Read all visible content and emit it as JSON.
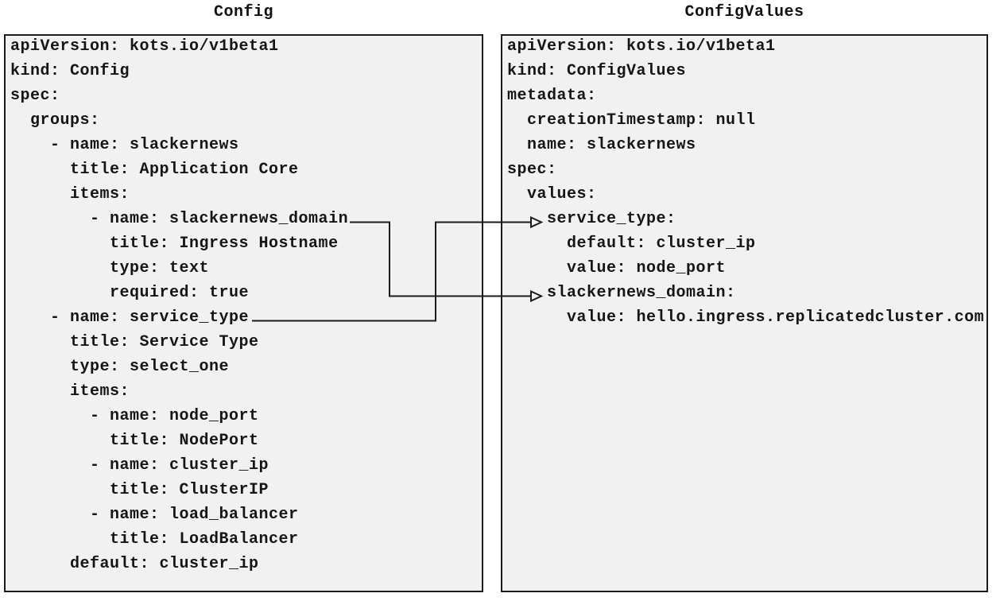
{
  "panels": {
    "config": {
      "title": "Config",
      "lines": [
        "apiVersion: kots.io/v1beta1",
        "kind: Config",
        "spec:",
        "  groups:",
        "    - name: slackernews",
        "      title: Application Core",
        "      items:",
        "        - name: slackernews_domain",
        "          title: Ingress Hostname",
        "          type: text",
        "          required: true",
        "    - name: service_type",
        "      title: Service Type",
        "      type: select_one",
        "      items:",
        "        - name: node_port",
        "          title: NodePort",
        "        - name: cluster_ip",
        "          title: ClusterIP",
        "        - name: load_balancer",
        "          title: LoadBalancer",
        "      default: cluster_ip"
      ]
    },
    "configvalues": {
      "title": "ConfigValues",
      "lines": [
        "apiVersion: kots.io/v1beta1",
        "kind: ConfigValues",
        "metadata:",
        "  creationTimestamp: null",
        "  name: slackernews",
        "spec:",
        "  values:",
        "    service_type:",
        "      default: cluster_ip",
        "      value: node_port",
        "    slackernews_domain:",
        "      value: hello.ingress.replicatedcluster.com"
      ]
    }
  },
  "connections": [
    {
      "from": "slackernews_domain",
      "to": "slackernews_domain:",
      "from_panel": "Config",
      "to_panel": "ConfigValues"
    },
    {
      "from": "service_type",
      "to": "service_type:",
      "from_panel": "Config",
      "to_panel": "ConfigValues"
    }
  ],
  "colors": {
    "page_bg": "#ffffff",
    "panel_bg": "#f1f1f1",
    "panel_border": "#1c1c1c",
    "text": "#151515",
    "arrow": "#1c1c1c"
  }
}
